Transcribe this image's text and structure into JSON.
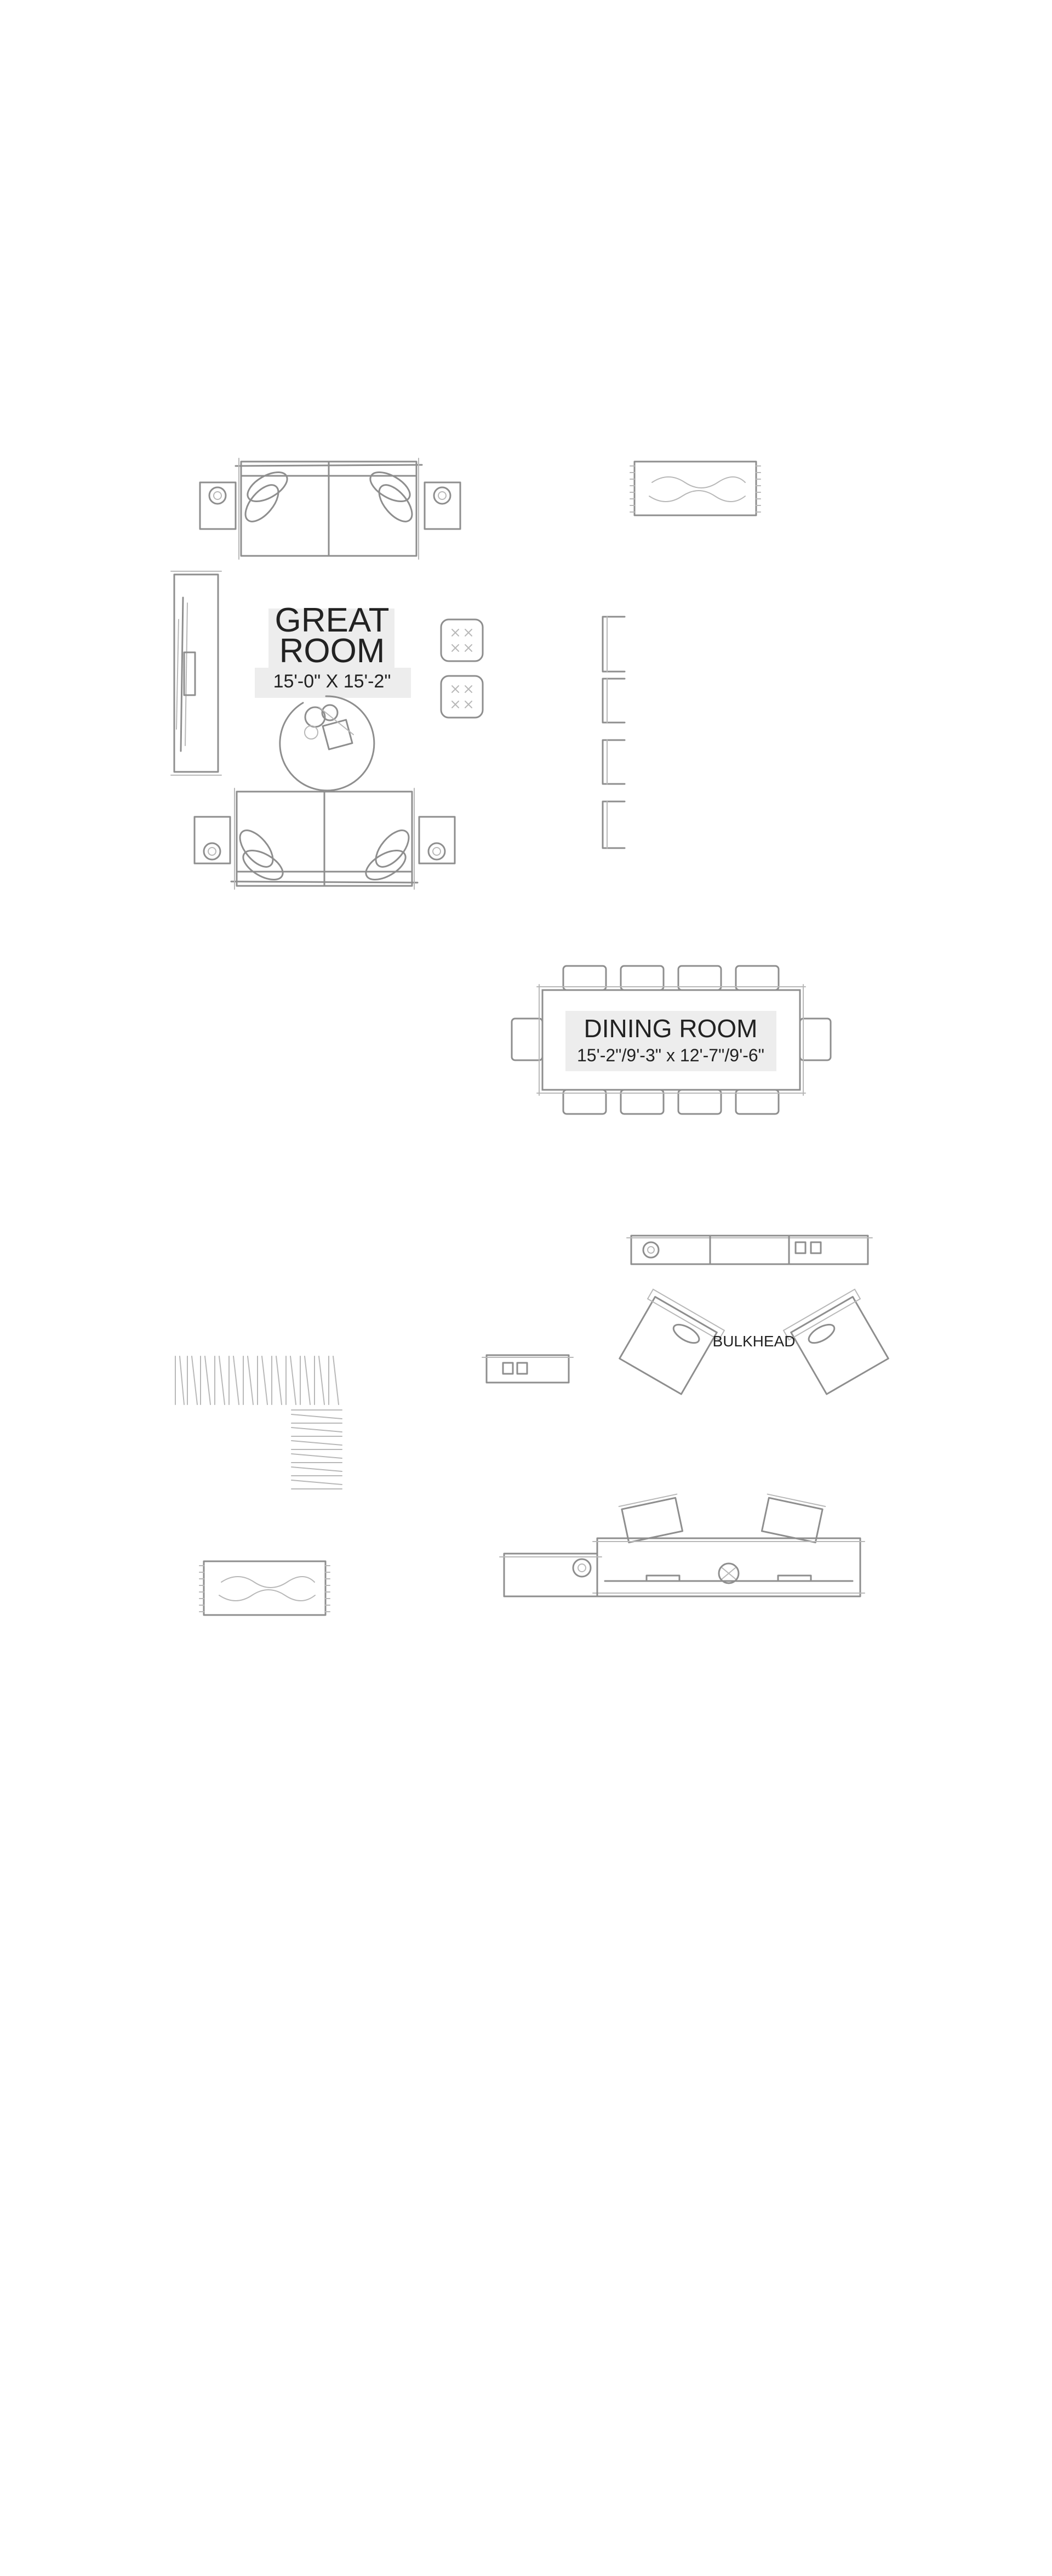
{
  "rooms": {
    "great_room": {
      "name_line1": "GREAT",
      "name_line2": "ROOM",
      "dimensions": "15'-0\" X 15'-2\""
    },
    "dining_room": {
      "name": "DINING ROOM",
      "dimensions": "15'-2\"/9'-3\" x 12'-7\"/9'-6\""
    }
  },
  "annotations": {
    "bulkhead": "BULKHEAD"
  },
  "colors": {
    "line": "#8e8e8e",
    "label_background": "#ededed",
    "text": "#222222",
    "background": "#ffffff"
  }
}
